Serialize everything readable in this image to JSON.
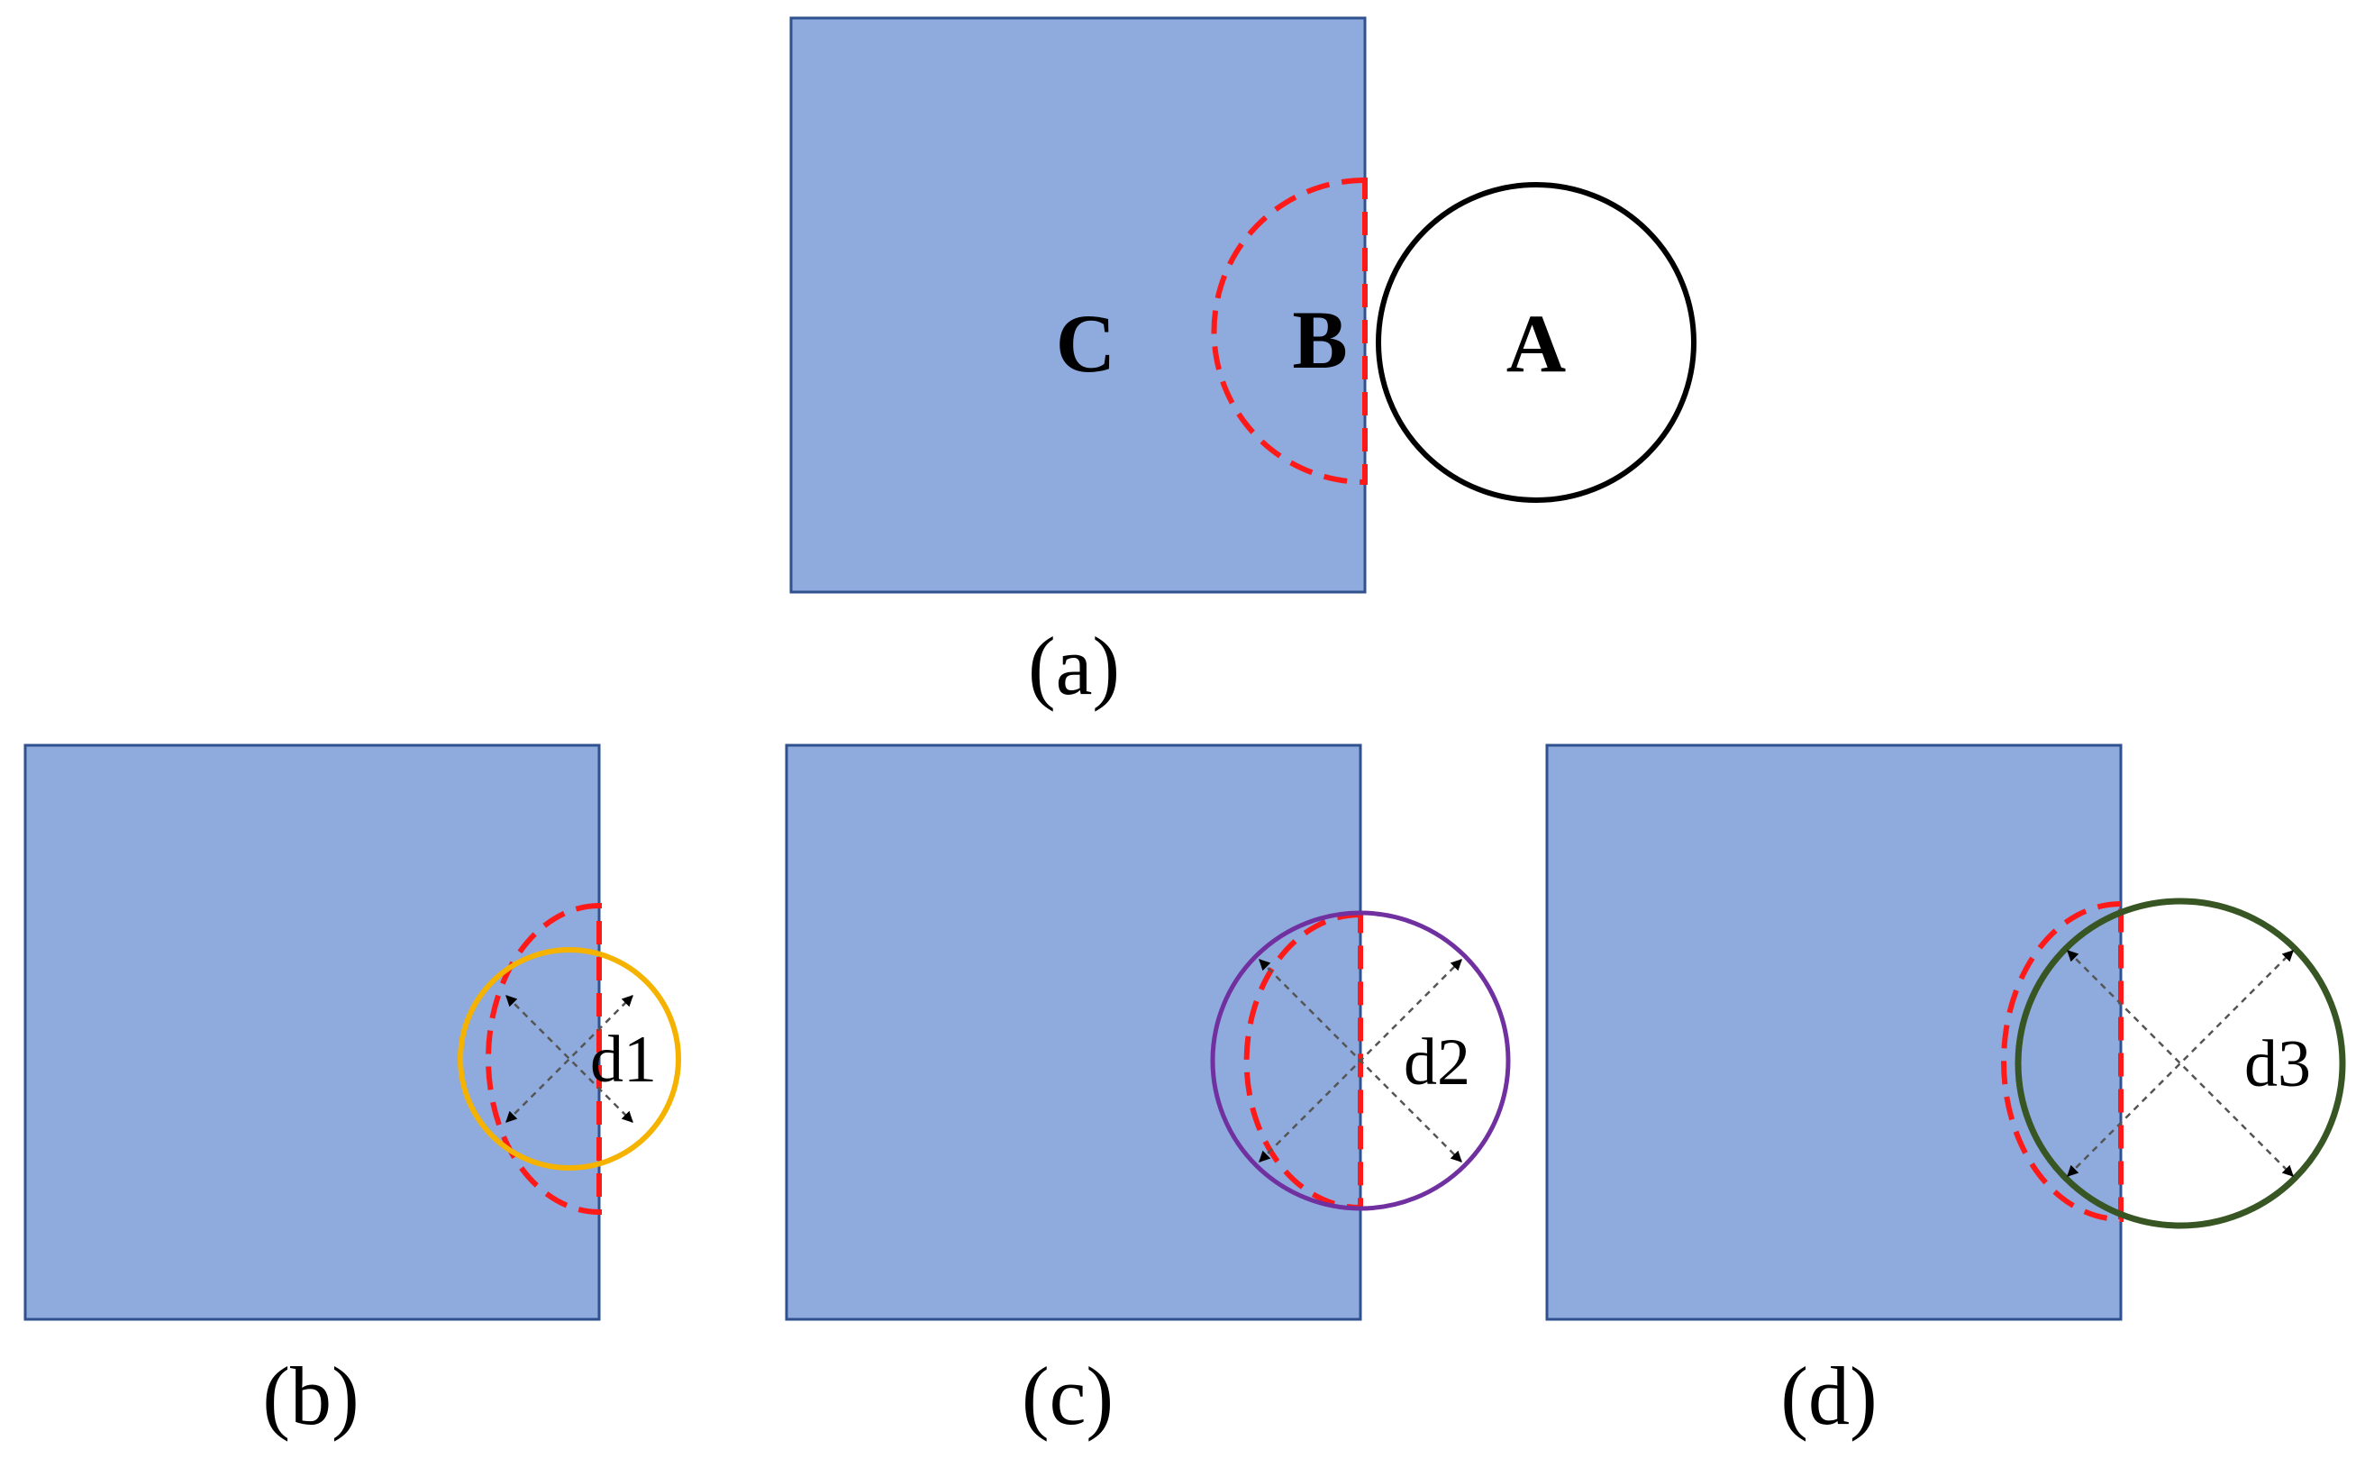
{
  "panel_a": {
    "caption": "(a)",
    "labels": {
      "a": "A",
      "b": "B",
      "c": "C"
    }
  },
  "panel_b": {
    "caption": "(b)",
    "circle_label": "d1",
    "circle_color": "#f5b300"
  },
  "panel_c": {
    "caption": "(c)",
    "circle_label": "d2",
    "circle_color": "#7030a0"
  },
  "panel_d": {
    "caption": "(d)",
    "circle_label": "d3",
    "circle_color": "#375623"
  },
  "colors": {
    "square_fill": "#8faadc",
    "square_border": "#2f528f",
    "dashed_boundary": "#ff1a1a",
    "circle_a": "#000000"
  }
}
